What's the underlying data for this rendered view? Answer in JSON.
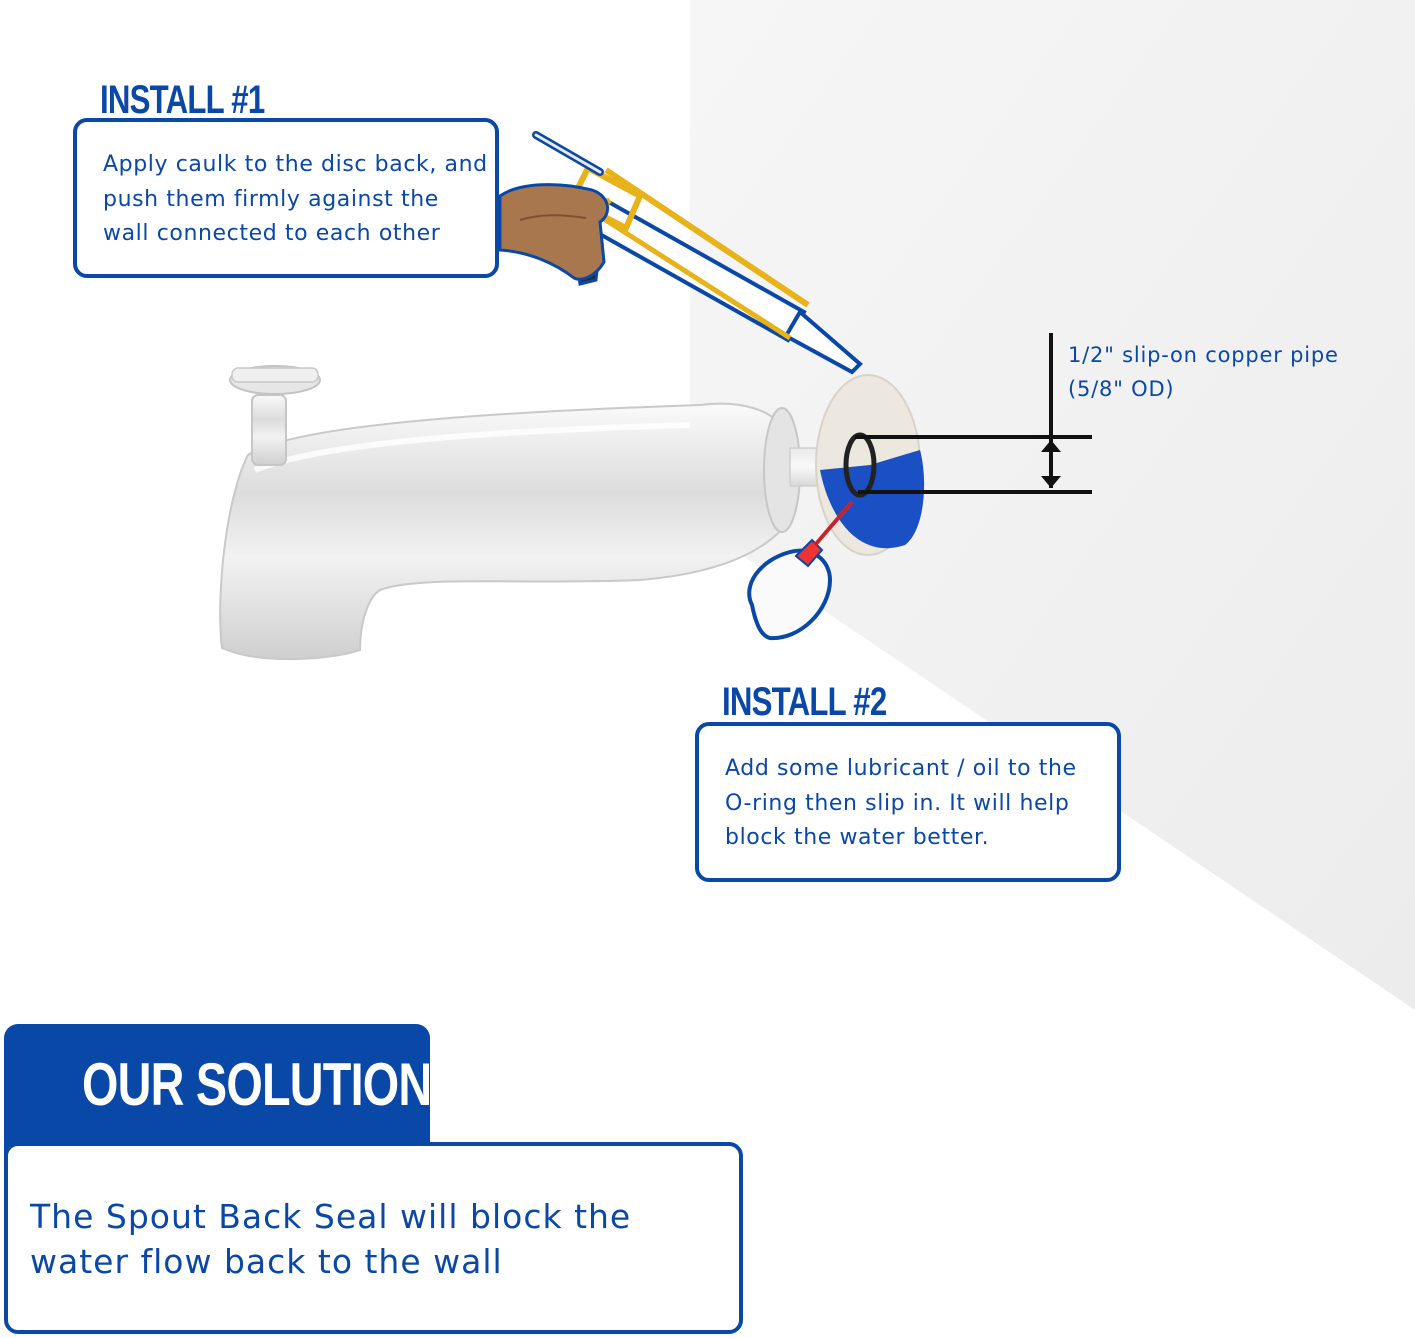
{
  "install1": {
    "heading": "INSTALL #1",
    "text": "Apply caulk to the disc back, and\npush them firmly against the\nwall connected to each other"
  },
  "install2": {
    "heading": "INSTALL #2",
    "text": "Add some lubricant / oil to the\nO-ring then slip in. It will help\nblock the water better."
  },
  "pipe_dimension": {
    "text": "1/2\" slip-on copper pipe\n(5/8\" OD)"
  },
  "solution": {
    "title": "OUR SOLUTION",
    "text": "The Spout Back Seal will block the\nwater flow back to the wall"
  },
  "colors": {
    "brand_blue": "#0a48a8",
    "wall": "#f3f3f3",
    "disc_blue": "#1b4fc4",
    "caulk_gun_yellow": "#e8b21a"
  },
  "icons": [
    "caulk-gun-icon",
    "tub-spout-icon",
    "oil-bottle-icon",
    "dimension-arrow-icon"
  ]
}
